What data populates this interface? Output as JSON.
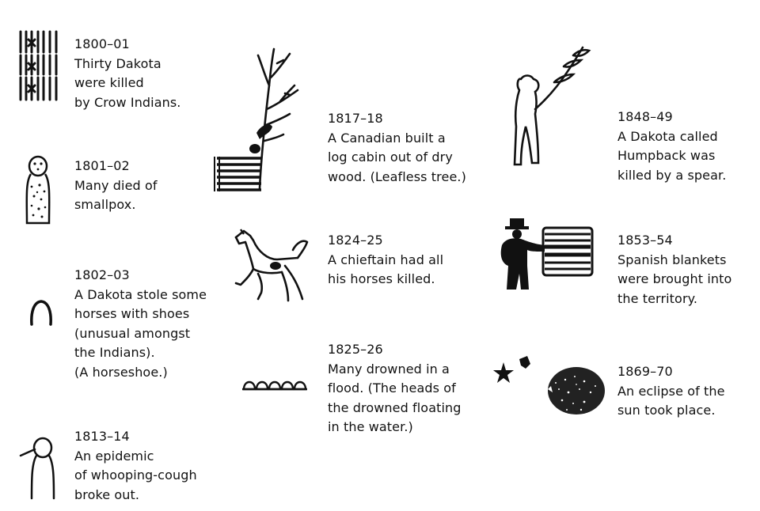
{
  "entries": [
    {
      "year": "1800–01",
      "lines": [
        "Thirty Dakota",
        "were killed",
        "by Crow Indians."
      ],
      "icon": "tally-marks-icon"
    },
    {
      "year": "1801–02",
      "lines": [
        "Many died of",
        "smallpox."
      ],
      "icon": "spotted-figure-icon"
    },
    {
      "year": "1802–03",
      "lines": [
        "A Dakota stole some",
        "horses with shoes",
        "(unusual amongst",
        "the Indians).",
        "(A horseshoe.)"
      ],
      "icon": "horseshoe-icon"
    },
    {
      "year": "1813–14",
      "lines": [
        "An epidemic",
        "of whooping-cough",
        "broke out."
      ],
      "icon": "coughing-figure-icon"
    },
    {
      "year": "1817–18",
      "lines": [
        "A Canadian built a",
        "log cabin out of dry",
        "wood. (Leafless tree.)"
      ],
      "icon": "log-cabin-tree-icon"
    },
    {
      "year": "1824–25",
      "lines": [
        "A chieftain had all",
        "his horses killed."
      ],
      "icon": "wounded-horse-icon"
    },
    {
      "year": "1825–26",
      "lines": [
        "Many drowned in a",
        "flood. (The heads of",
        "the drowned floating",
        "in the water.)"
      ],
      "icon": "floating-heads-icon"
    },
    {
      "year": "1848–49",
      "lines": [
        "A Dakota called",
        "Humpback was",
        "killed by a spear."
      ],
      "icon": "humpback-spear-icon"
    },
    {
      "year": "1853–54",
      "lines": [
        "Spanish blankets",
        "were brought into",
        "the territory."
      ],
      "icon": "man-with-blanket-icon"
    },
    {
      "year": "1869–70",
      "lines": [
        "An eclipse of the",
        "sun took place."
      ],
      "icon": "eclipse-stars-icon"
    }
  ]
}
